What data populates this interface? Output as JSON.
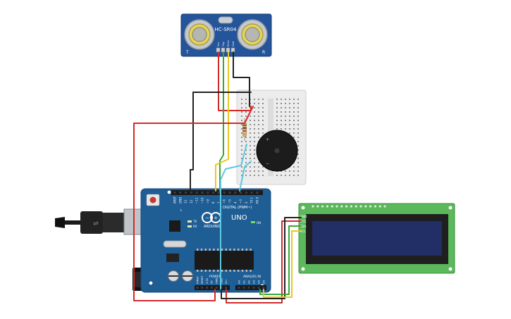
{
  "sensor": {
    "model": "HC-SR04",
    "pin_labels": [
      "Vcc",
      "Trig",
      "Echo",
      "Gnd"
    ],
    "corner_left": "T",
    "corner_right": "R"
  },
  "arduino": {
    "brand": "ARDUINO",
    "model": "UNO",
    "on_label": "ON",
    "tx_label": "TX",
    "rx_label": "RX",
    "l_label": "L",
    "digital_label": "DIGITAL (PWM~)",
    "power_label": "POWER",
    "analog_label": "ANALOG IN",
    "aref": "AREF",
    "gnd": "GND",
    "digital_pins": [
      "13",
      "12",
      "~11",
      "~10",
      "~9",
      "8",
      "7",
      "~6",
      "~5",
      "4",
      "~3",
      "2",
      "TX 1",
      "RX 0"
    ],
    "power_pins": [
      "IOREF",
      "RESET",
      "3.3V",
      "5V",
      "GND",
      "GND",
      "Vin"
    ],
    "analog_pins": [
      "A0",
      "A1",
      "A2",
      "A3",
      "A4",
      "A5"
    ]
  },
  "lcd": {
    "pin_labels": [
      "GND",
      "VCC",
      "SDA",
      "SCL"
    ]
  },
  "colors": {
    "wire_red": "#d42a2a",
    "wire_black": "#222222",
    "wire_green": "#3aa63a",
    "wire_yellow": "#e8c81e",
    "wire_cyan": "#5cc7e0",
    "board_blue": "#1f5d95",
    "sensor_blue": "#24549a",
    "lcd_green": "#5bb85b",
    "lcd_screen": "#222e66"
  }
}
